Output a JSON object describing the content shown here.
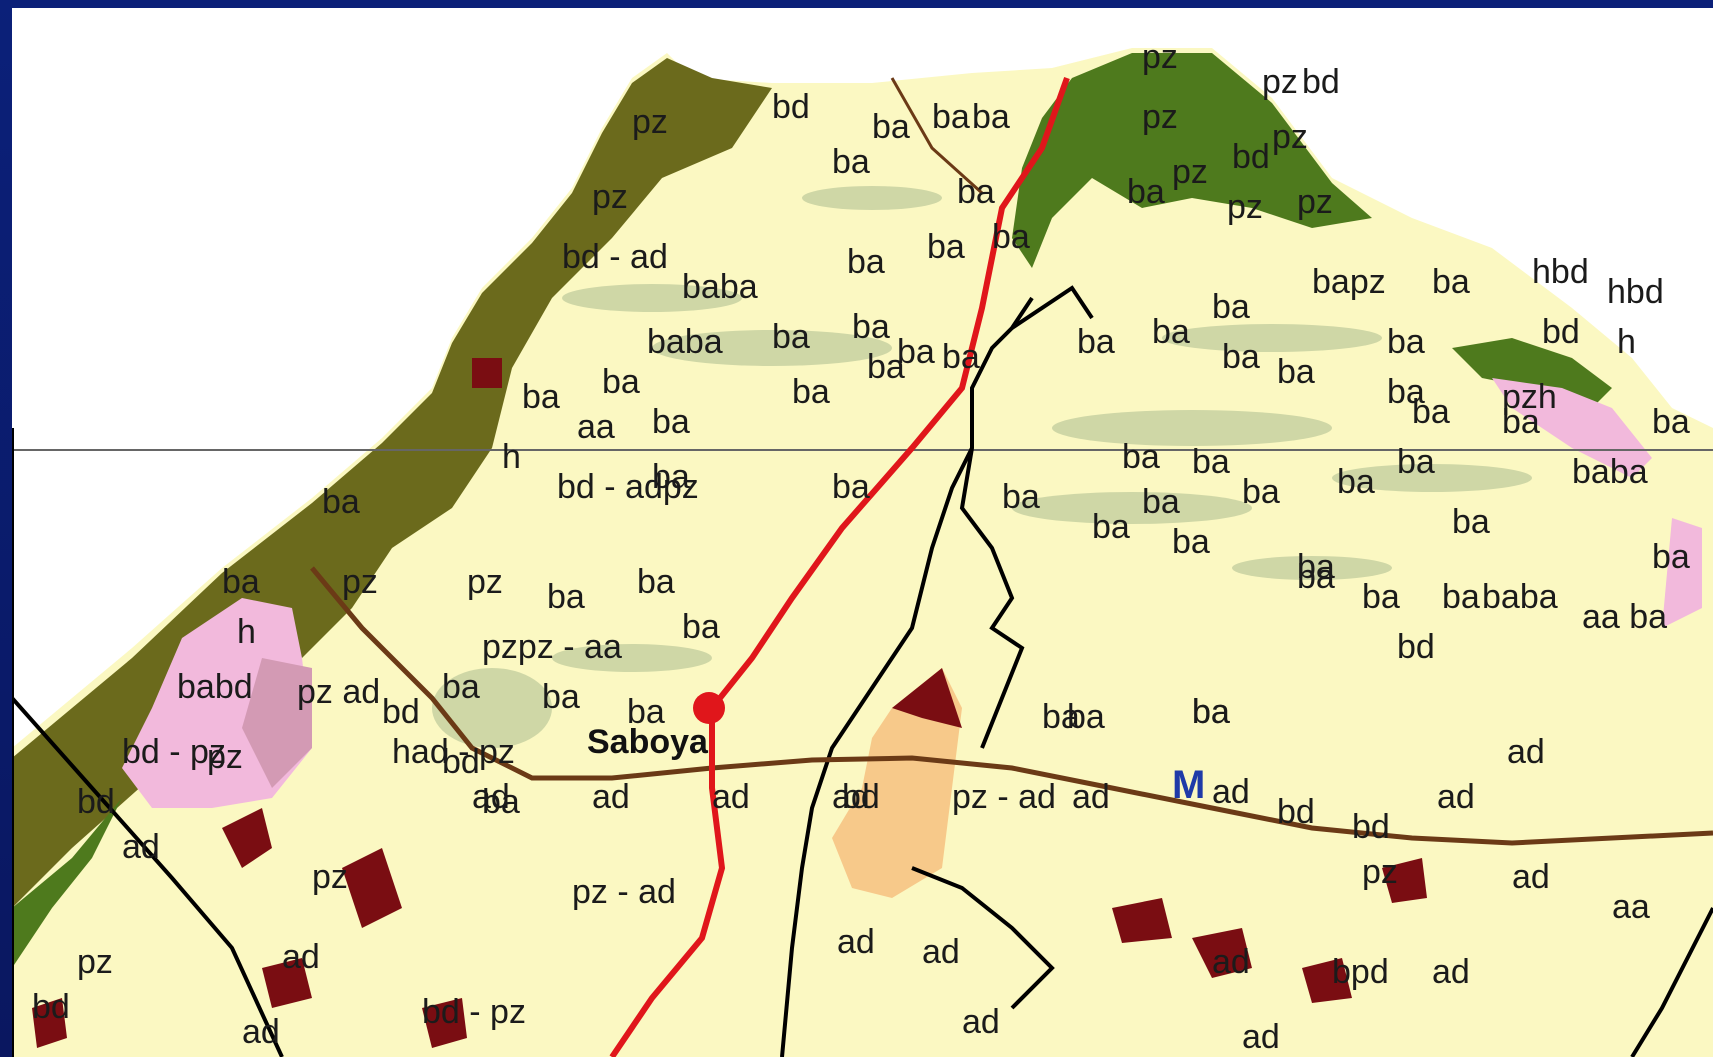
{
  "map": {
    "colors": {
      "frame": "#0b2079",
      "background": "#ffffff",
      "land": "#fbf8c2",
      "dark_olive": "#6b6a1c",
      "forest_green": "#4e7a1d",
      "sage_patches": "#cfd7a6",
      "pink_zone": "#f2b9dc",
      "pink_dark": "#d39ab4",
      "tan_zone": "#f7c98a",
      "maroon_spots": "#7a0d12",
      "road_red": "#e0161b",
      "river_brown": "#6b3a16",
      "boundary_black": "#000000",
      "gridline_gray": "#666666"
    },
    "town": {
      "name": "Saboya",
      "marker": "red-dot"
    },
    "symbol_m": "M",
    "labels": [
      "pz",
      "bd",
      "ba",
      "ba",
      "ba",
      "ba",
      "ba",
      "pz",
      "pz",
      "bd",
      "pz",
      "pz",
      "bd",
      "pz",
      "ba",
      "pz",
      "pz",
      "pz",
      "bd - ad",
      "baba",
      "ba",
      "ba",
      "ba",
      "ba",
      "bapz",
      "ba",
      "hbd",
      "hbd",
      "baba",
      "ba",
      "ba",
      "ba",
      "ba",
      "ba",
      "ba",
      "bd",
      "h",
      "ba",
      "ba",
      "ba",
      "ba",
      "ba",
      "ba",
      "ba",
      "pzh",
      "ba",
      "ba",
      "ba",
      "ba",
      "h",
      "aa",
      "ba",
      "ba",
      "ba",
      "ba",
      "baba",
      "ba",
      "bd - adpz",
      "ba",
      "ba",
      "ba",
      "ba",
      "ba",
      "ba",
      "ba",
      "ba",
      "pz",
      "pz",
      "ba",
      "ba",
      "ba",
      "ba",
      "ba",
      "ba",
      "ba",
      "h",
      "pzpz - aa",
      "ba",
      "ba",
      "ba",
      "baba",
      "aa ba",
      "babd",
      "pz ad",
      "bd",
      "ba",
      "ba",
      "ba",
      "ba",
      "ba",
      "ba",
      "bd",
      "ba",
      "bd - pz",
      "pz",
      "had - pz",
      "bd",
      "ba",
      "bd",
      "bd",
      "bd",
      "ad",
      "bd",
      "ad",
      "pz - ad",
      "ad",
      "ad",
      "pz",
      "ad",
      "aa",
      "pz",
      "ad",
      "pz",
      "ad",
      "ad",
      "ad",
      "bpd",
      "ad",
      "bd",
      "ad",
      "bd - pz",
      "ad",
      "ad",
      "ad",
      "ad",
      "ad",
      "ad",
      "pz - ad",
      "ad"
    ]
  }
}
